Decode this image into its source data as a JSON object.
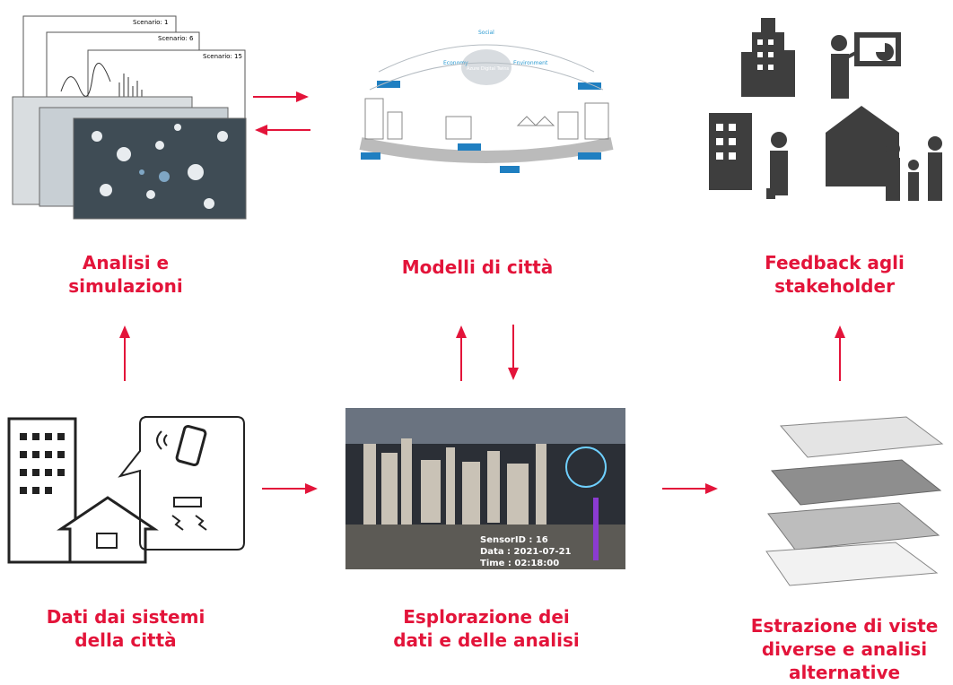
{
  "colors": {
    "accent": "#e3143a",
    "icon_gray": "#3e3e3e",
    "outline": "#222222"
  },
  "nodes": {
    "analysis": {
      "label": "Analisi e\nsimulazioni",
      "scenario_labels": [
        "Scenario: 1",
        "Scenario: 6",
        "Scenario: 15"
      ]
    },
    "city_models": {
      "label": "Modelli di città",
      "diagram_words": [
        "Social",
        "Economy",
        "Environment",
        "Azure Digital Twins"
      ]
    },
    "feedback": {
      "label": "Feedback agli\nstakeholder"
    },
    "city_data": {
      "label": "Dati dai sistemi\ndella città"
    },
    "exploration": {
      "label": "Esplorazione dei\ndati e delle analisi",
      "overlay_lines": [
        "SensorID : 16",
        "Data : 2021-07-21",
        "Time : 02:18:00"
      ]
    },
    "extraction": {
      "label": "Estrazione di viste\ndiverse e analisi\nalternative"
    }
  },
  "icons": [
    "chart-stack-icon",
    "city-network-icon",
    "office-building-icon",
    "presenter-icon",
    "building-icon",
    "businessman-icon",
    "house-icon",
    "family-icon",
    "apartment-building-icon",
    "small-house-icon",
    "smartphone-icon",
    "sensor-icon",
    "3d-city-view-icon",
    "map-layers-icon"
  ]
}
